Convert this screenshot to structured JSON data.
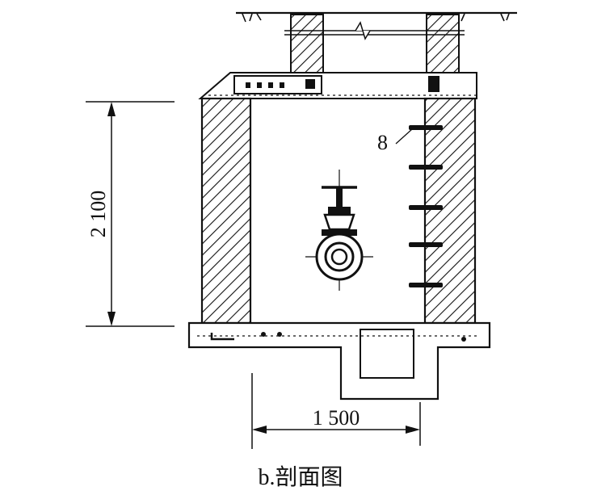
{
  "drawing": {
    "dimension_height": "2 100",
    "dimension_width": "1 500",
    "callout_ladder": "8",
    "caption": "b.剖面图"
  }
}
